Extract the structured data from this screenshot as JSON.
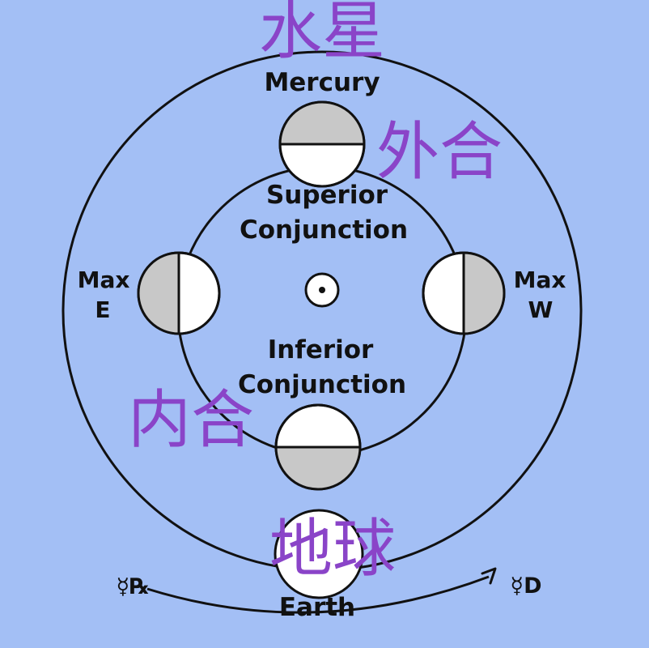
{
  "colors": {
    "background": "#a3bff5",
    "line": "#111111",
    "planet_light": "#ffffff",
    "planet_shadow": "#c8c8c8",
    "chinese_text": "#8a44c8"
  },
  "labels": {
    "mercury": "Mercury",
    "superior_line1": "Superior",
    "superior_line2": "Conjunction",
    "inferior_line1": "Inferior",
    "inferior_line2": "Conjunction",
    "max_e_line1": "Max",
    "max_e_line2": "E",
    "max_w_line1": "Max",
    "max_w_line2": "W",
    "earth": "Earth",
    "retrograde": "☿℞",
    "direct": "☿D"
  },
  "chinese_labels": {
    "mercury": "水星",
    "superior": "外合",
    "inferior": "内合",
    "earth": "地球"
  },
  "icons": {
    "sun": "sun-icon",
    "mercury_retrograde": "mercury-retrograde-symbol",
    "mercury_direct": "mercury-direct-symbol",
    "motion_arrow": "arrow-icon"
  }
}
